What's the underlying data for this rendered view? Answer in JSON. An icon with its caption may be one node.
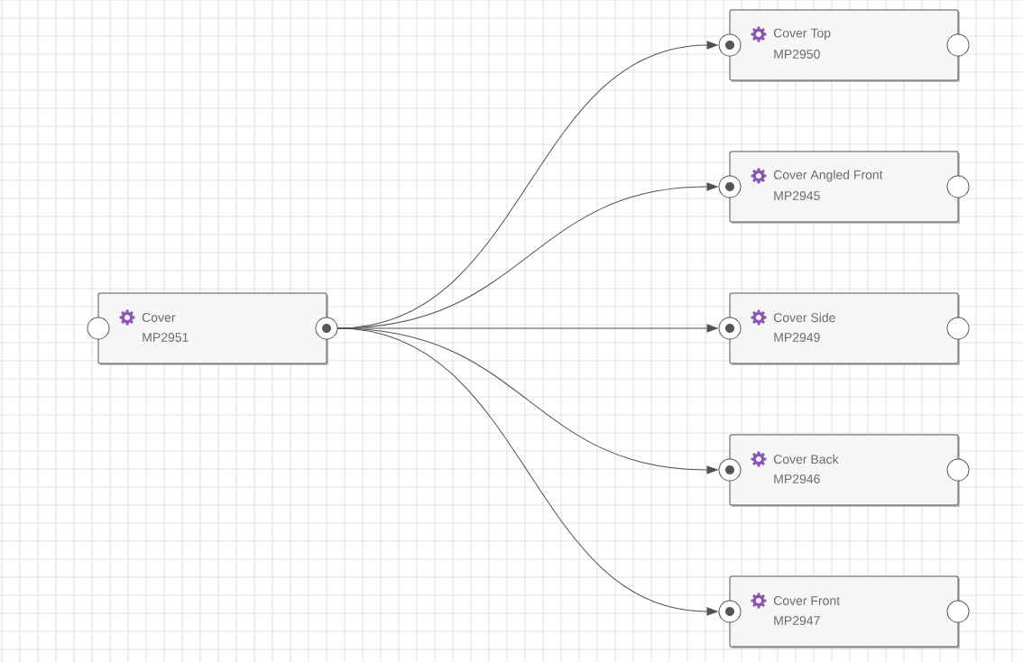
{
  "diagram": {
    "nodes": [
      {
        "text": [
          "Cover",
          "MP2951"
        ]
      },
      {
        "text": [
          "Cover Top",
          "MP2950"
        ]
      },
      {
        "text": [
          "Cover Angled Front",
          "MP2945"
        ]
      },
      {
        "text": [
          "Cover Side",
          "MP2949"
        ]
      },
      {
        "text": [
          "Cover Back",
          "MP2946"
        ]
      },
      {
        "text": [
          "Cover Front",
          "MP2947"
        ]
      }
    ],
    "edges": [
      {
        "from": 0,
        "to": 1,
        "arrow": "to"
      },
      {
        "from": 0,
        "to": 2,
        "arrow": "to"
      },
      {
        "from": 0,
        "to": 3,
        "arrow": "to"
      },
      {
        "from": 0,
        "to": 4,
        "arrow": "to"
      },
      {
        "from": 0,
        "to": 5,
        "arrow": "to"
      }
    ]
  }
}
